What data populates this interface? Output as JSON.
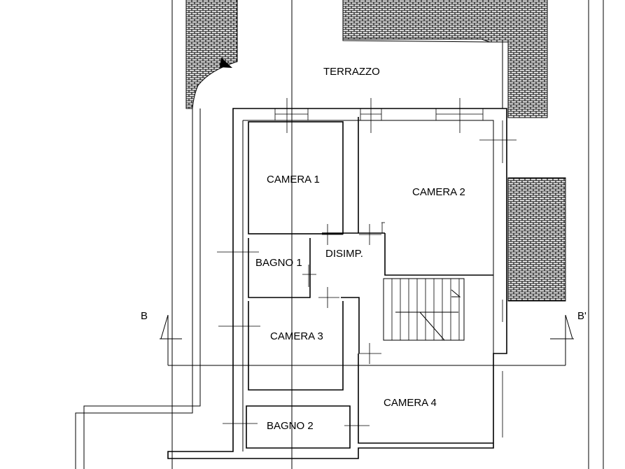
{
  "plan": {
    "rooms": {
      "terrace": "TERRAZZO",
      "camera1": "CAMERA 1",
      "camera2": "CAMERA 2",
      "disimpegno": "DISIMP.",
      "bagno1": "BAGNO 1",
      "camera3": "CAMERA 3",
      "camera4": "CAMERA 4",
      "bagno2": "BAGNO 2"
    },
    "section": {
      "left_label": "B",
      "right_label": "B'"
    },
    "colors": {
      "line": "#000000",
      "background": "#ffffff"
    }
  }
}
